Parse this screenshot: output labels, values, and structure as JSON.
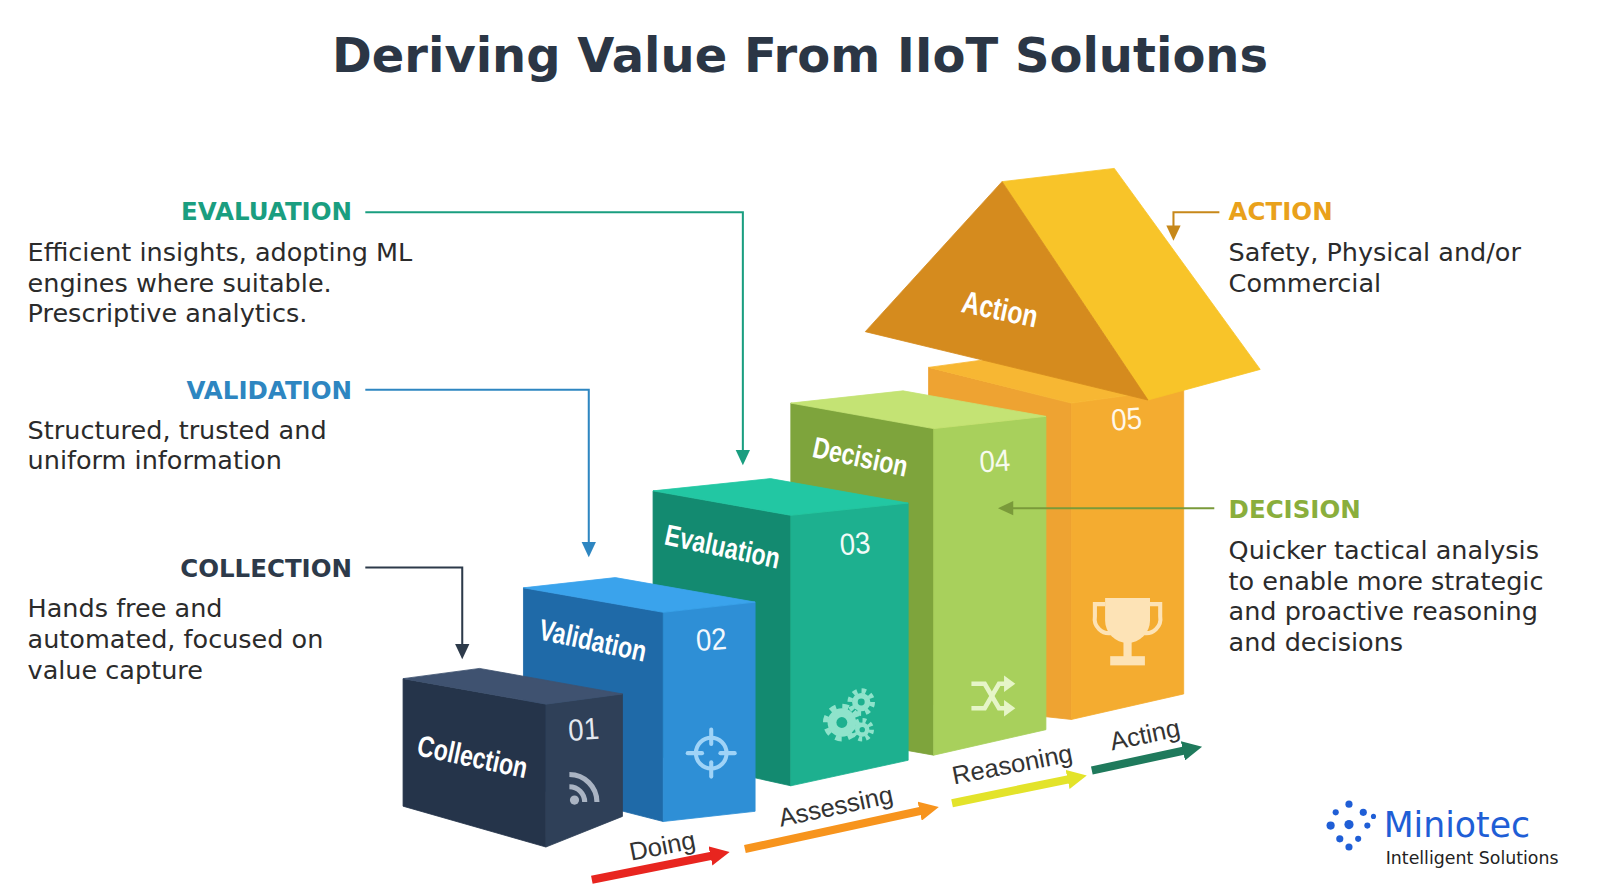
{
  "diagram": {
    "title": "Deriving Value From IIoT Solutions",
    "nodes": [
      {
        "text": [
          "Collection",
          "01"
        ]
      },
      {
        "text": [
          "Validation",
          "02"
        ]
      },
      {
        "text": [
          "Evaluation",
          "03"
        ]
      },
      {
        "text": [
          "Decision",
          "04"
        ]
      },
      {
        "text": [
          "Action",
          "05"
        ]
      }
    ],
    "labels": [
      "EVALUATION",
      "Efficient insights, adopting ML engines where suitable. Prescriptive analytics.",
      "VALIDATION",
      "Structured, trusted and uniform information",
      "COLLECTION",
      "Hands free and automated, focused on value capture",
      "ACTION",
      "Safety, Physical and/or Commercial",
      "DECISION",
      "Quicker tactical analysis to enable more strategic and proactive reasoning and decisions",
      "Doing",
      "Assessing",
      "Reasoning",
      "Acting",
      "Miniotec",
      "Intelligent Solutions"
    ]
  }
}
